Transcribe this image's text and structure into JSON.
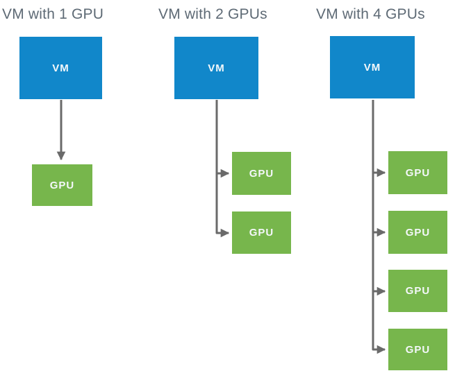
{
  "diagram": {
    "background_color": "#ffffff",
    "title_color": "#5e6a75",
    "vm_box_color": "#1187ca",
    "gpu_box_color": "#77b64c",
    "connector_color": "#6a6a6a",
    "label_text_color": "#f4f8fa",
    "columns": [
      {
        "title": "VM with 1 GPU",
        "vm_label": "VM",
        "gpu_labels": [
          "GPU"
        ]
      },
      {
        "title": "VM with 2 GPUs",
        "vm_label": "VM",
        "gpu_labels": [
          "GPU",
          "GPU"
        ]
      },
      {
        "title": "VM with 4 GPUs",
        "vm_label": "VM",
        "gpu_labels": [
          "GPU",
          "GPU",
          "GPU",
          "GPU"
        ]
      }
    ]
  }
}
